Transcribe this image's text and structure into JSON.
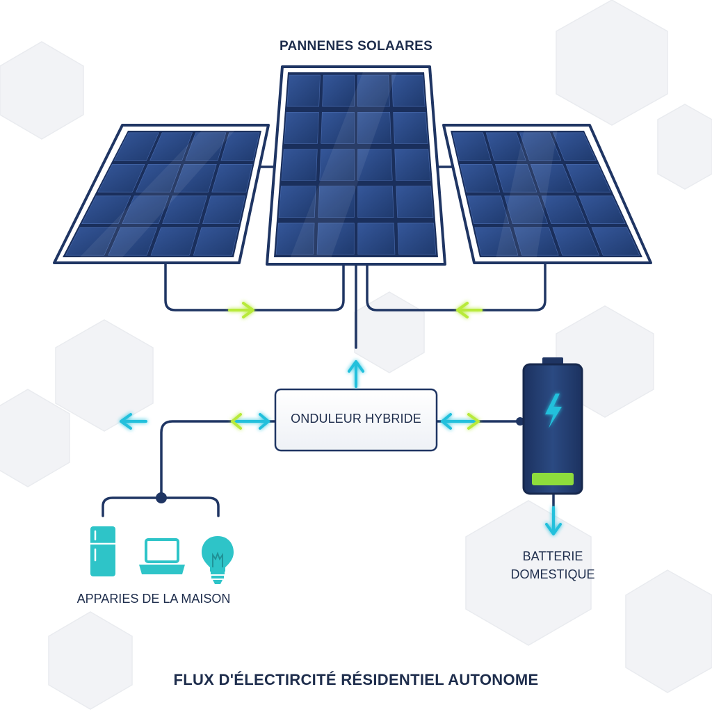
{
  "labels": {
    "solar_panels": "PANNENES SOLAARES",
    "inverter": "ONDULEUR HYBRIDE",
    "battery": "BATTERIE DOMESTIQUE",
    "appliances": "APPARIES DE LA MAISON",
    "caption": "FLUX D'ÉLECTIRCITÉ RÉSIDENTIEL AUTONOME"
  },
  "colors": {
    "panel_frame": "#1f3563",
    "panel_cell": "#2b4a85",
    "wire": "#1f3563",
    "flow_cyan": "#22c0dc",
    "flow_lime": "#b8ea3a",
    "battery_body": "#233a6b",
    "battery_charge": "#8edc3c",
    "appliance_teal": "#2ec4c8",
    "background_hex": "#f0f2f5"
  },
  "icons": [
    "solar-panel-icon",
    "inverter-box",
    "battery-icon",
    "lightning-bolt-icon",
    "refrigerator-icon",
    "laptop-icon",
    "light-bulb-icon"
  ]
}
